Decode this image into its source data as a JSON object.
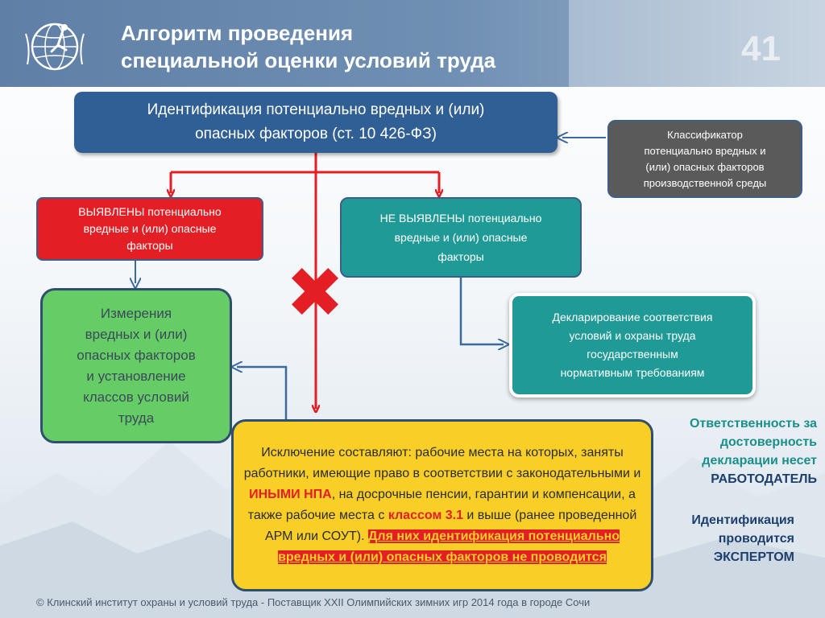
{
  "header": {
    "title_line1": "Алгоритм проведения",
    "title_line2": "специальной оценки условий труда",
    "slide_number": "41"
  },
  "boxes": {
    "identification": {
      "line1": "Идентификация потенциально вредных и (или)",
      "line2": "опасных факторов (ст. 10 426-ФЗ)"
    },
    "classifier": {
      "lines": [
        "Классификатор",
        "потенциально вредных и",
        "(или) опасных факторов",
        "производственной среды"
      ]
    },
    "found": {
      "lines": [
        "ВЫЯВЛЕНЫ потенциально",
        "вредные и (или) опасные",
        "факторы"
      ]
    },
    "not_found": {
      "lines": [
        "НЕ ВЫЯВЛЕНЫ потенциально",
        "вредные и (или) опасные",
        "факторы"
      ]
    },
    "measurement": {
      "lines": [
        "Измерения",
        "вредных и (или)",
        "опасных факторов",
        "и установление",
        "классов условий",
        "труда"
      ]
    },
    "declaration": {
      "lines": [
        "Декларирование соответствия",
        "условий  и охраны труда",
        "государственным",
        "нормативным требованиям"
      ]
    },
    "exception": {
      "part1": "Исключение составляют: рабочие места на которых, заняты работники, имеющие право в соответствии с законодательными и ",
      "part2": "ИНЫМИ НПА",
      "part3": ", на досрочные пенсии, гарантии и компенсации, а также рабочие места с ",
      "part4": "классом 3.1",
      "part5": " и выше (ранее проведенной АРМ или СОУТ).",
      "part6": "Для них идентификация потенциально вредных и (или) опасных факторов не проводится"
    }
  },
  "notes": {
    "responsibility_line1": "Ответственность за",
    "responsibility_line2": "достоверность",
    "responsibility_line3": "декларации несет",
    "responsibility_line4": "РАБОТОДАТЕЛЬ",
    "identification_line1": "Идентификация",
    "identification_line2": "проводится",
    "identification_line3": "ЭКСПЕРТОМ"
  },
  "footer": {
    "text": "© Клинский институт охраны и условий труда - Поставщик XXII Олимпийских зимних игр 2014 года в городе Сочи"
  },
  "colors": {
    "header_blue": "#6f8fb3",
    "box_navy": "#2f5f94",
    "box_gray": "#5a5a5a",
    "box_red": "#e31e24",
    "box_teal": "#1f9a96",
    "box_green": "#66cc66",
    "box_yellow": "#f9cf27",
    "connector_red": "#e31e24",
    "connector_blue": "#3b6a9e"
  },
  "icons": [
    "globe-logo-icon",
    "red-cross-icon"
  ]
}
